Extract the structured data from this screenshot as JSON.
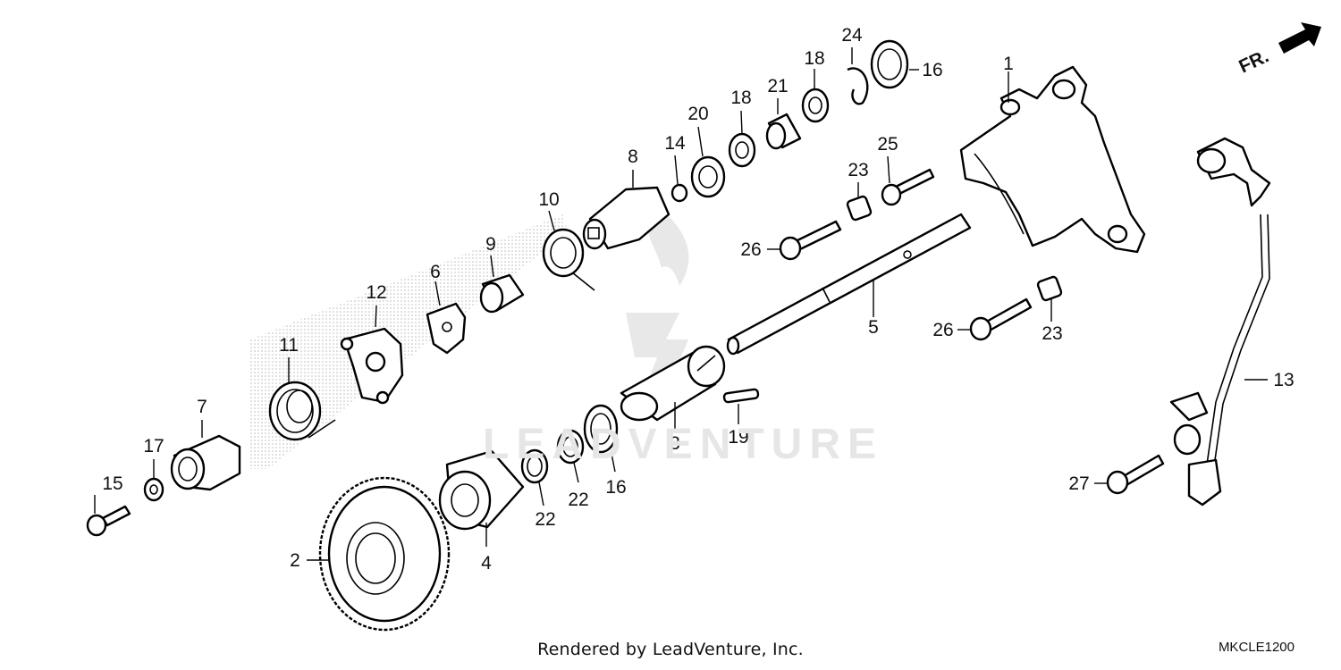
{
  "diagram": {
    "direction_label": "FR.",
    "parts": [
      {
        "id": "p1",
        "label": "1"
      },
      {
        "id": "p2",
        "label": "2"
      },
      {
        "id": "p3",
        "label": "3"
      },
      {
        "id": "p4",
        "label": "4"
      },
      {
        "id": "p5",
        "label": "5"
      },
      {
        "id": "p6",
        "label": "6"
      },
      {
        "id": "p7",
        "label": "7"
      },
      {
        "id": "p8",
        "label": "8"
      },
      {
        "id": "p9",
        "label": "9"
      },
      {
        "id": "p10",
        "label": "10"
      },
      {
        "id": "p11",
        "label": "11"
      },
      {
        "id": "p12",
        "label": "12"
      },
      {
        "id": "p13",
        "label": "13"
      },
      {
        "id": "p14",
        "label": "14"
      },
      {
        "id": "p15",
        "label": "15"
      },
      {
        "id": "p16a",
        "label": "16"
      },
      {
        "id": "p16b",
        "label": "16"
      },
      {
        "id": "p17",
        "label": "17"
      },
      {
        "id": "p18a",
        "label": "18"
      },
      {
        "id": "p18b",
        "label": "18"
      },
      {
        "id": "p19",
        "label": "19"
      },
      {
        "id": "p20",
        "label": "20"
      },
      {
        "id": "p21",
        "label": "21"
      },
      {
        "id": "p22a",
        "label": "22"
      },
      {
        "id": "p22b",
        "label": "22"
      },
      {
        "id": "p23a",
        "label": "23"
      },
      {
        "id": "p23b",
        "label": "23"
      },
      {
        "id": "p24",
        "label": "24"
      },
      {
        "id": "p25",
        "label": "25"
      },
      {
        "id": "p26a",
        "label": "26"
      },
      {
        "id": "p26b",
        "label": "26"
      },
      {
        "id": "p27",
        "label": "27"
      }
    ]
  },
  "watermark": {
    "text": "LEADVENTURE"
  },
  "footer": {
    "credit": "Rendered by LeadVenture, Inc.",
    "code": "MKCLE1200"
  }
}
